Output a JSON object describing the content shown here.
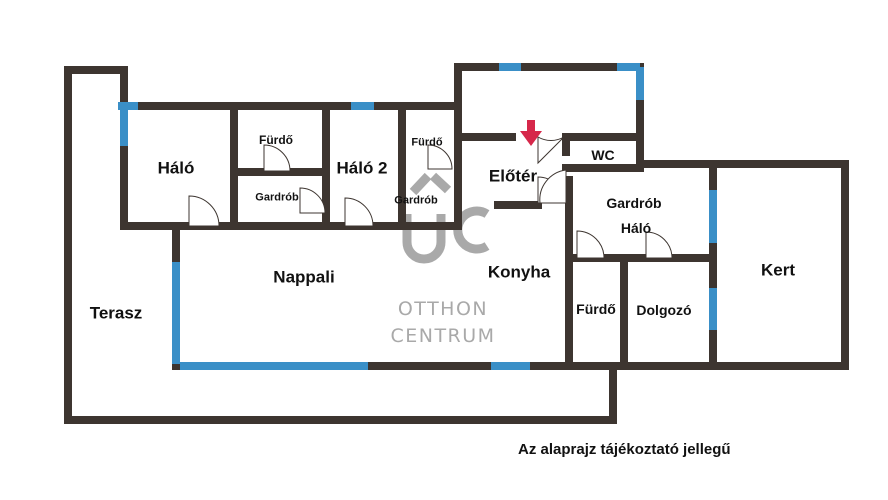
{
  "rooms": {
    "halo1": "Háló",
    "furdo1": "Fürdő",
    "gardrob1": "Gardrób",
    "halo2": "Háló 2",
    "furdo2": "Fürdő",
    "gardrob2": "Gardrób",
    "eloter": "Előtér",
    "wc": "WC",
    "gardrob3": "Gardrób",
    "halo3": "Háló",
    "nappali": "Nappali",
    "konyha": "Konyha",
    "terasz": "Terasz",
    "furdo3": "Fürdő",
    "dolgozo": "Dolgozó",
    "kert": "Kert"
  },
  "watermark": {
    "monogram": "ÜC",
    "line1": "OTTHON",
    "line2": "CENTRUM"
  },
  "disclaimer": "Az alaprajz tájékoztató jellegű",
  "colors": {
    "wall": "#3d3530",
    "window": "#3a8fc7",
    "watermark": "#a9a9a9",
    "arrow": "#d6284a"
  }
}
